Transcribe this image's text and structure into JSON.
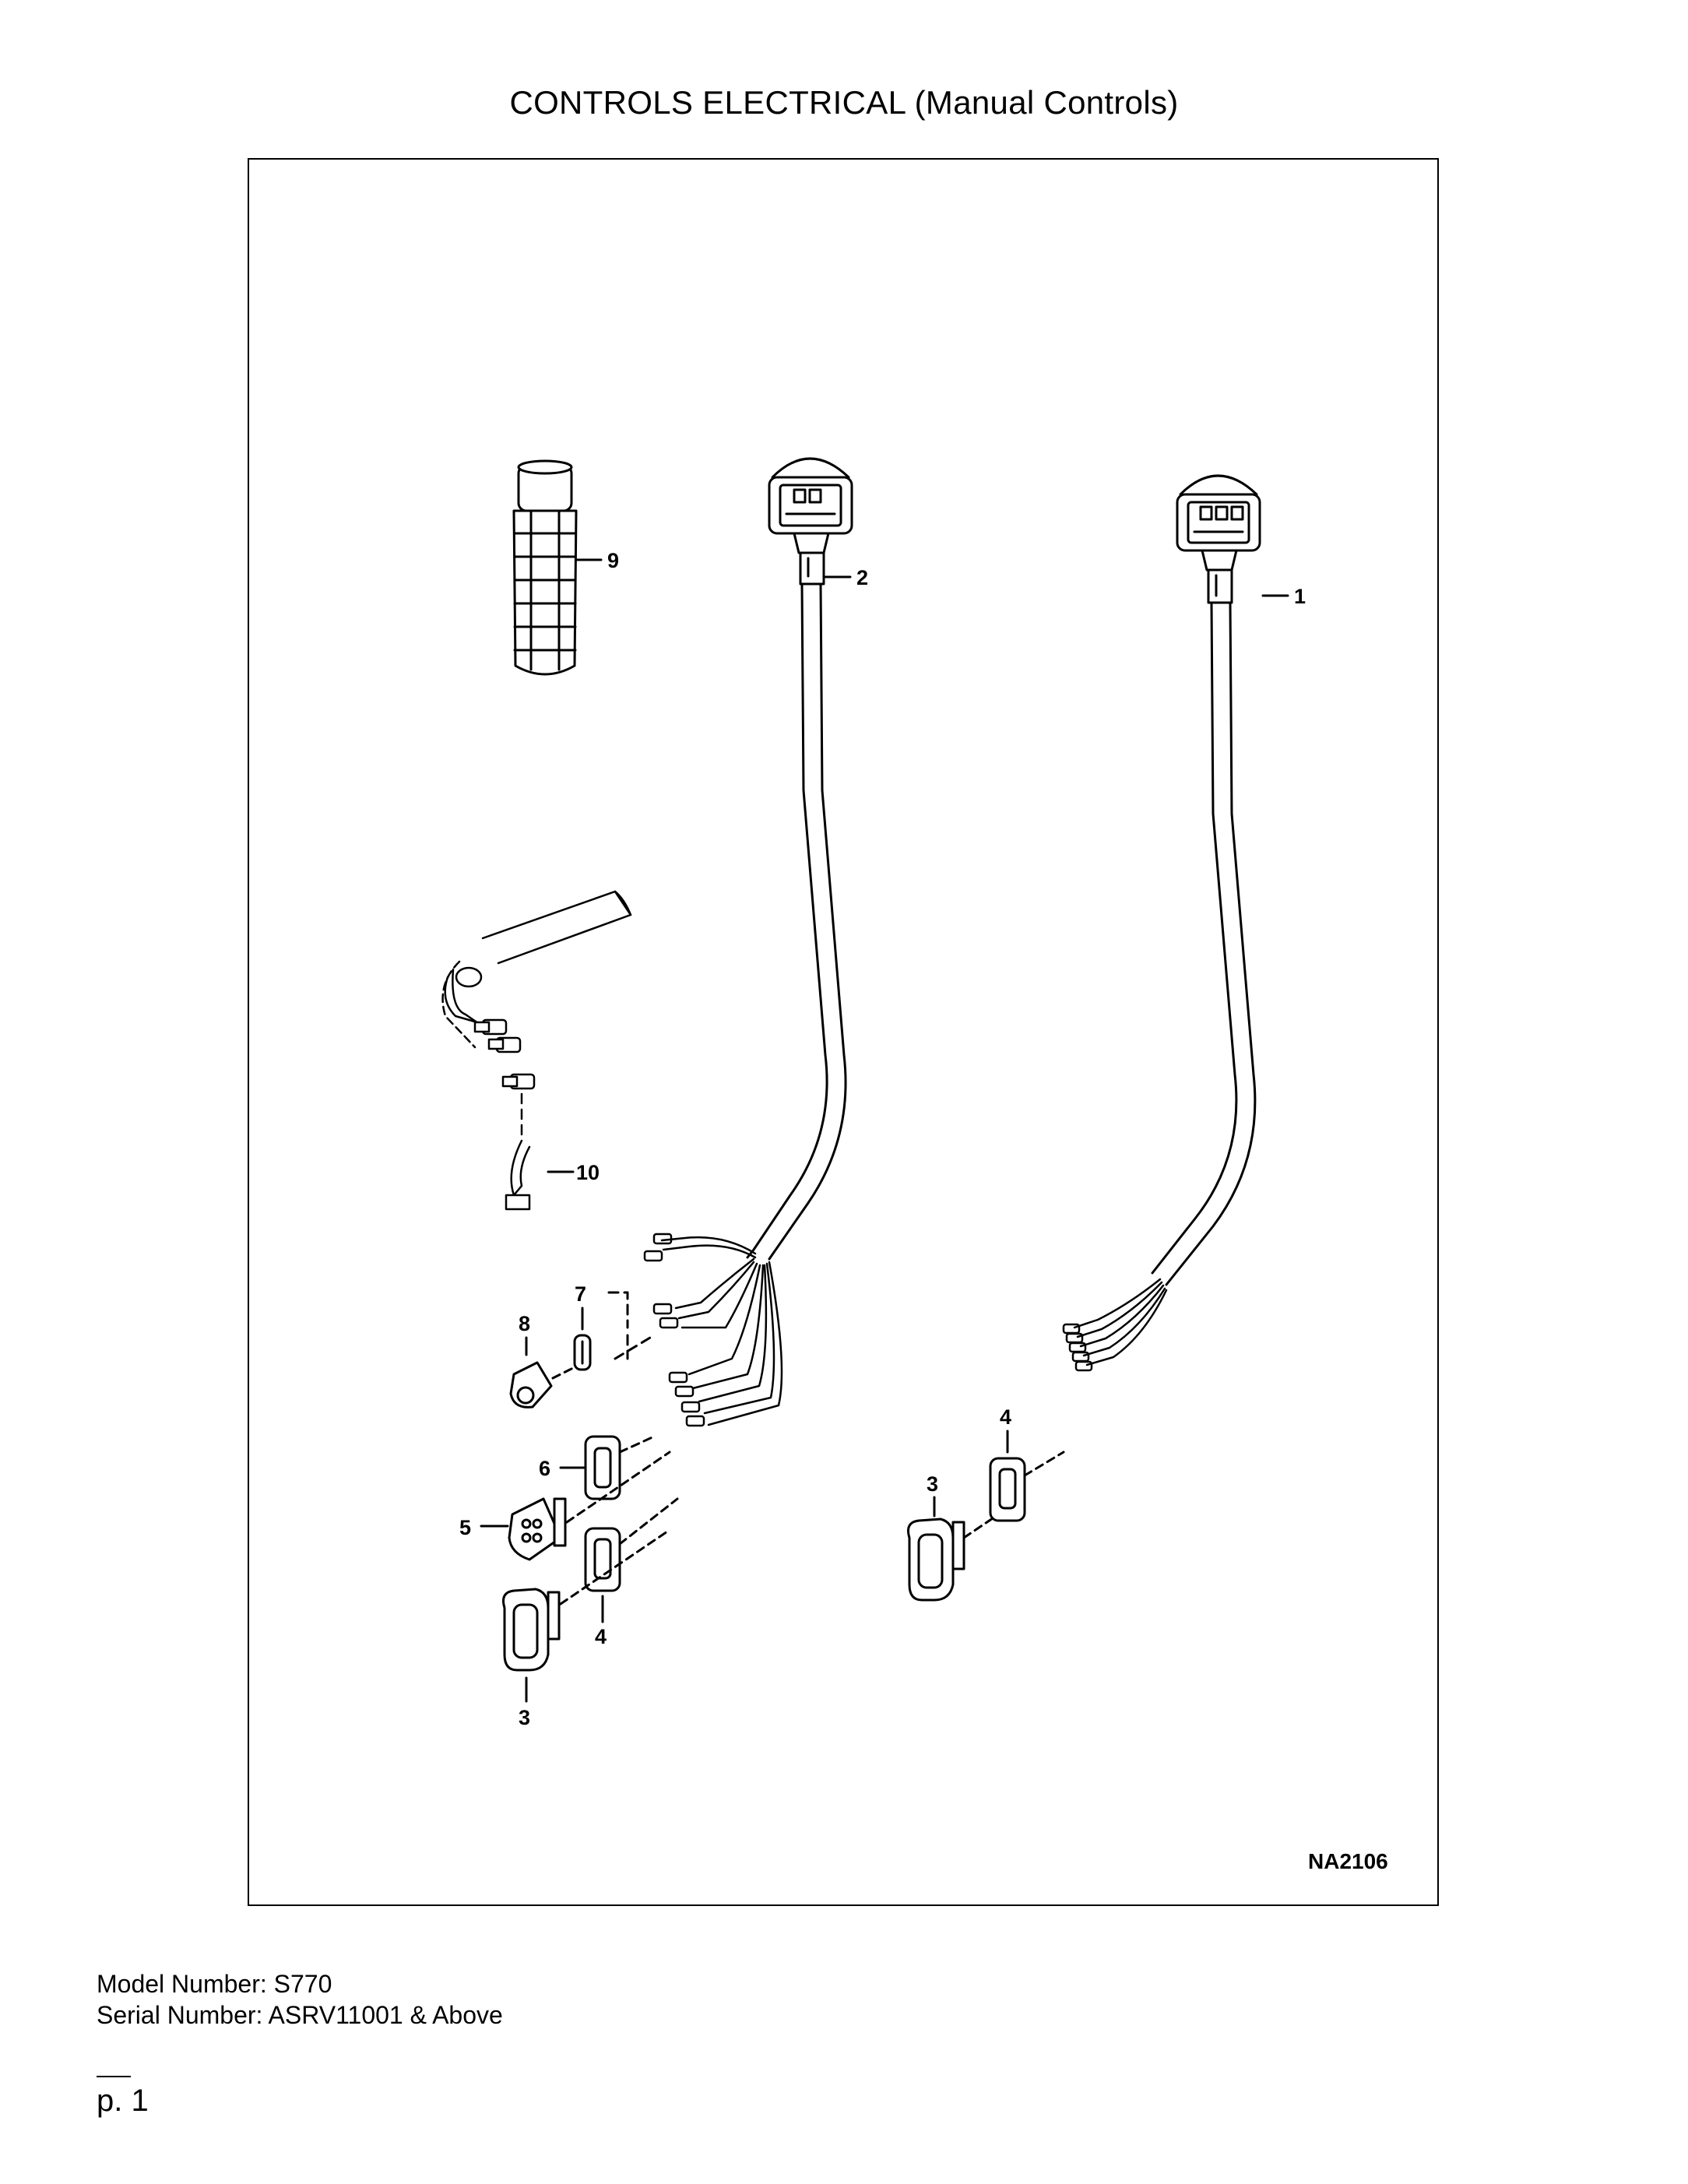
{
  "title": "CONTROLS ELECTRICAL (Manual Controls)",
  "diagram": {
    "figure_code": "NA2106",
    "callouts": {
      "c1": "1",
      "c2": "2",
      "c3a": "3",
      "c3b": "3",
      "c4a": "4",
      "c4b": "4",
      "c5": "5",
      "c6": "6",
      "c7": "7",
      "c8": "8",
      "c9": "9",
      "c10": "10"
    }
  },
  "footer": {
    "model": "Model Number: S770",
    "serial": "Serial Number: ASRV11001 & Above",
    "page": "p. 1"
  }
}
